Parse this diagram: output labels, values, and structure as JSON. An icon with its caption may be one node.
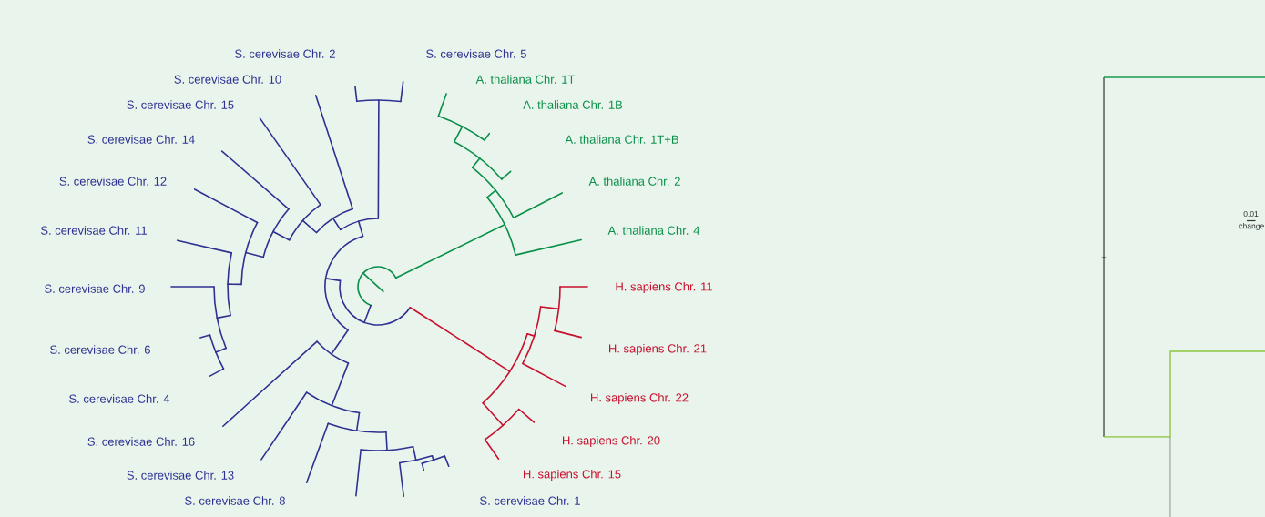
{
  "diagram": {
    "nodes": [
      {
        "text": [
          "S. cerevisae Chr. 2"
        ]
      },
      {
        "text": [
          "S. cerevisae Chr. 5"
        ]
      },
      {
        "text": [
          "A. thaliana Chr. 1T"
        ]
      },
      {
        "text": [
          "S. cerevisae Chr. 10"
        ]
      },
      {
        "text": [
          "A. thaliana Chr. 1B"
        ]
      },
      {
        "text": [
          "S. cerevisae Chr. 15"
        ]
      },
      {
        "text": [
          "S. cerevisae Chr. 14"
        ]
      },
      {
        "text": [
          "A. thaliana Chr. 1T+B"
        ]
      },
      {
        "text": [
          "S. cerevisae Chr. 12"
        ]
      },
      {
        "text": [
          "A. thaliana Chr. 2"
        ]
      },
      {
        "text": [
          "S. cerevisae Chr. 11"
        ]
      },
      {
        "text": [
          "A. thaliana Chr. 4"
        ]
      },
      {
        "text": [
          "H. sapiens Chr. 11"
        ]
      },
      {
        "text": [
          "S. cerevisae Chr. 9"
        ]
      },
      {
        "text": [
          "H. sapiens Chr. 21"
        ]
      },
      {
        "text": [
          "S. cerevisae Chr. 6"
        ]
      },
      {
        "text": [
          "S. cerevisae Chr. 4"
        ]
      },
      {
        "text": [
          "H. sapiens Chr. 22"
        ]
      },
      {
        "text": [
          "S. cerevisae Chr. 16"
        ]
      },
      {
        "text": [
          "H. sapiens Chr. 20"
        ]
      },
      {
        "text": [
          "S. cerevisae Chr. 13"
        ]
      },
      {
        "text": [
          "H. sapiens Chr. 15"
        ]
      },
      {
        "text": [
          "S. cerevisae Chr. 8"
        ]
      },
      {
        "text": [
          "S. cerevisae Chr. 1"
        ]
      }
    ],
    "labels": [
      "0.01",
      "change"
    ]
  }
}
